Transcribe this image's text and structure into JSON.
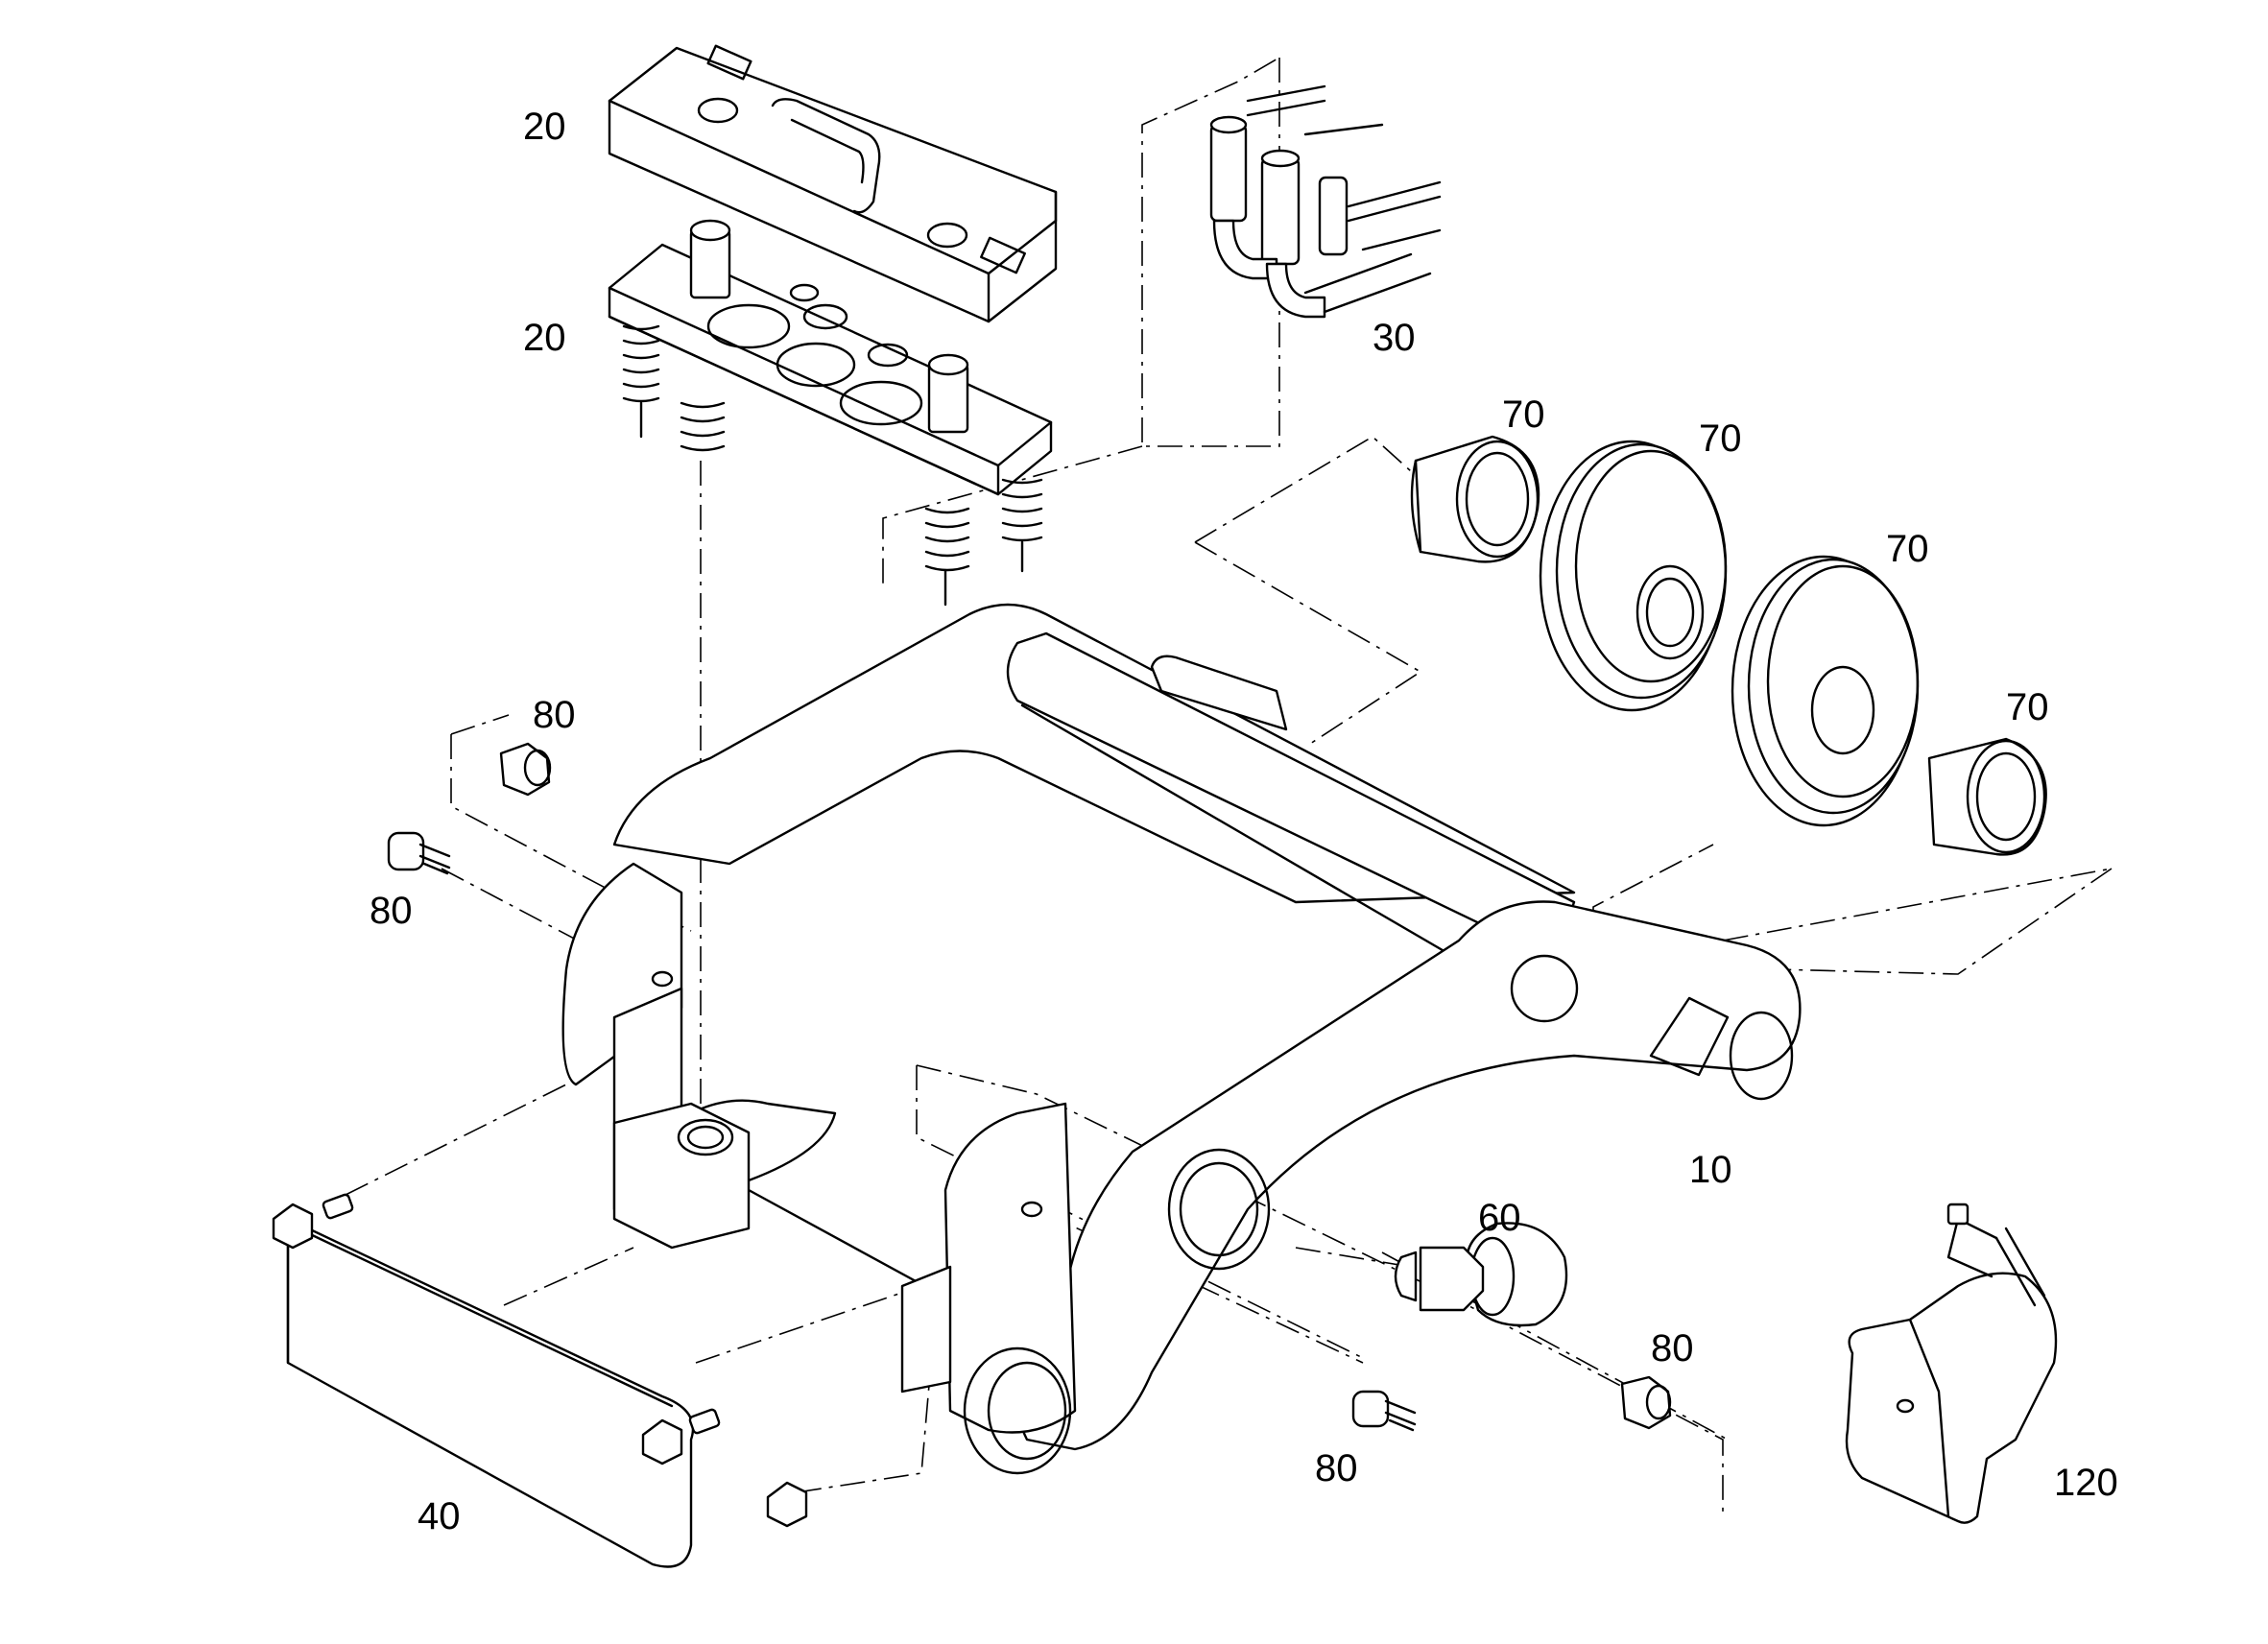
{
  "callouts": [
    {
      "id": "c20a",
      "label": "20"
    },
    {
      "id": "c20b",
      "label": "20"
    },
    {
      "id": "c30",
      "label": "30"
    },
    {
      "id": "c70a",
      "label": "70"
    },
    {
      "id": "c70b",
      "label": "70"
    },
    {
      "id": "c70c",
      "label": "70"
    },
    {
      "id": "c70d",
      "label": "70"
    },
    {
      "id": "c80a",
      "label": "80"
    },
    {
      "id": "c80b",
      "label": "80"
    },
    {
      "id": "c80c",
      "label": "80"
    },
    {
      "id": "c80d",
      "label": "80"
    },
    {
      "id": "c10",
      "label": "10"
    },
    {
      "id": "c60",
      "label": "60"
    },
    {
      "id": "c40",
      "label": "40"
    },
    {
      "id": "c120",
      "label": "120"
    }
  ]
}
